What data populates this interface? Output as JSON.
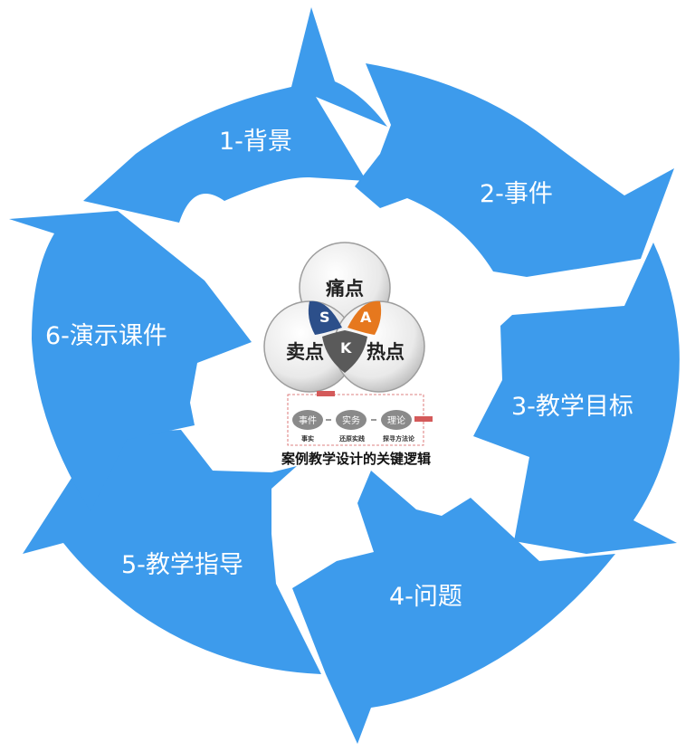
{
  "diagram": {
    "segments": [
      {
        "id": "1",
        "label": "1-背景"
      },
      {
        "id": "2",
        "label": "2-事件"
      },
      {
        "id": "3",
        "label": "3-教学目标"
      },
      {
        "id": "4",
        "label": "4-问题"
      },
      {
        "id": "5",
        "label": "5-教学指导"
      },
      {
        "id": "6",
        "label": "6-演示课件"
      }
    ],
    "center": {
      "circles": {
        "top": "痛点",
        "left": "卖点",
        "right": "热点"
      },
      "letters": {
        "s": "S",
        "a": "A",
        "k": "K"
      },
      "flow": {
        "nodes": [
          "事件",
          "实务",
          "理论"
        ],
        "subs": [
          "事实",
          "还原实践",
          "探寻方法论"
        ]
      },
      "caption": "案例教学设计的关键逻辑"
    },
    "colors": {
      "arrow": "#3d9bec",
      "s": "#2c4f8a",
      "a": "#e6781e",
      "k": "#5a5a5a",
      "flow_border": "#d45a5a"
    }
  }
}
